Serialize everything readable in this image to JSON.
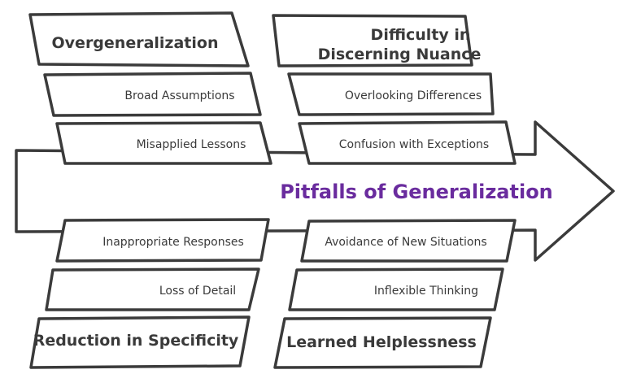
{
  "title": "Pitfalls of Generalization",
  "colors": {
    "title": "#6a2c9e",
    "stroke": "#3b3b3b",
    "text": "#3a3a3a"
  },
  "categories": {
    "overgeneralization": {
      "label": "Overgeneralization",
      "items": [
        "Broad Assumptions",
        "Misapplied Lessons"
      ]
    },
    "nuance": {
      "label_line1": "Difficulty in",
      "label_line2": "Discerning Nuance",
      "items": [
        "Overlooking Differences",
        "Confusion with Exceptions"
      ]
    },
    "specificity": {
      "label": "Reduction in Specificity",
      "items": [
        "Inappropriate Responses",
        "Loss of Detail"
      ]
    },
    "helplessness": {
      "label": "Learned Helplessness",
      "items": [
        "Avoidance of New Situations",
        "Inflexible Thinking"
      ]
    }
  }
}
